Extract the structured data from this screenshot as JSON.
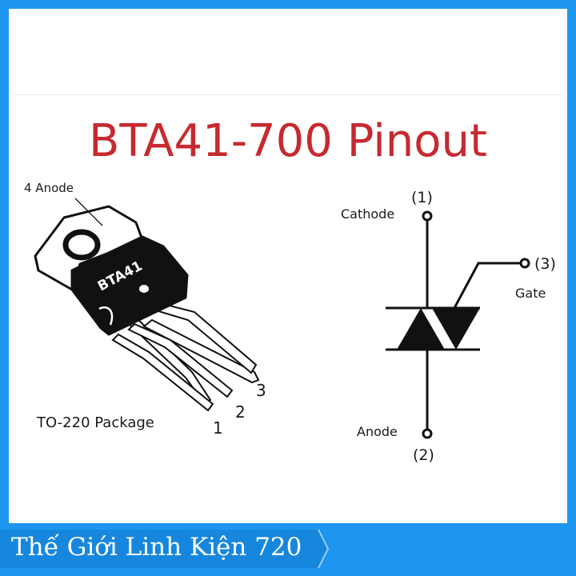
{
  "title": "BTA41-700 Pinout",
  "package": {
    "tab_label": "4 Anode",
    "chip_label": "BTA41",
    "package_label": "TO-220 Package",
    "pins": [
      "1",
      "2",
      "3"
    ]
  },
  "symbol": {
    "pin1_number": "(1)",
    "pin1_name": "Cathode",
    "pin2_number": "(2)",
    "pin2_name": "Anode",
    "pin3_number": "(3)",
    "pin3_name": "Gate"
  },
  "brand": "Thế Giới Linh Kiện 720",
  "colors": {
    "title": "#C62A30",
    "frame": "#1E96F0",
    "brand_bg": "#1E96F0"
  }
}
